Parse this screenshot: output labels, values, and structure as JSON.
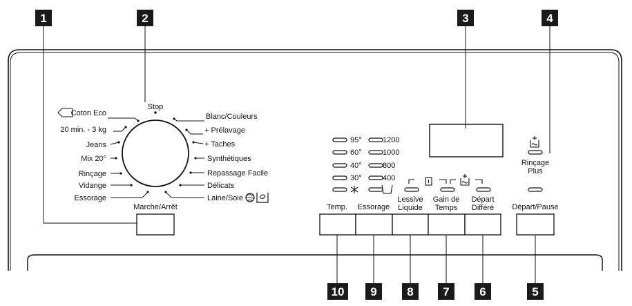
{
  "callouts": [
    "1",
    "2",
    "3",
    "4",
    "5",
    "6",
    "7",
    "8",
    "9",
    "10"
  ],
  "dial": {
    "stop": "Stop",
    "left_programs": [
      "Coton Eco",
      "20 min. - 3 kg",
      "Jeans",
      "Mix 20°",
      "Rinçage",
      "Vidange",
      "Essorage"
    ],
    "right_programs": [
      "Blanc/Couleurs",
      "+ Prélavage",
      "+ Taches",
      "Synthétiques",
      "Repassage Facile",
      "Délicats",
      "Laine/Soie"
    ],
    "power_label": "Marche/Arrêt"
  },
  "temperature": {
    "options": [
      "95°",
      "60°",
      "40°",
      "30°"
    ],
    "button_label": "Temp."
  },
  "spin": {
    "options": [
      "1200",
      "1000",
      "800",
      "400"
    ],
    "button_label": "Essorage"
  },
  "options": {
    "liquid_detergent": {
      "label_line1": "Lessive",
      "label_line2": "Liquide"
    },
    "time_saver": {
      "label_line1": "Gain de",
      "label_line2": "Temps"
    },
    "delay_start": {
      "label_line1": "Départ",
      "label_line2": "Différé"
    },
    "extra_rinse": {
      "label_line1": "Rinçage",
      "label_line2": "Plus"
    },
    "start_pause": {
      "label": "Départ/Pause"
    }
  },
  "icons": {
    "eco": "eco-arrow-icon",
    "cold": "cold-asterisk-icon",
    "no_spin": "no-spin-icon",
    "detergent": "liquid-detergent-icon",
    "rinse": "rinse-tub-icon",
    "wool": "wool-ball-icon",
    "handwash": "hand-wash-icon"
  },
  "colors": {
    "callout_box": "#1a1a1a",
    "ink": "#111111",
    "background": "#ffffff"
  }
}
